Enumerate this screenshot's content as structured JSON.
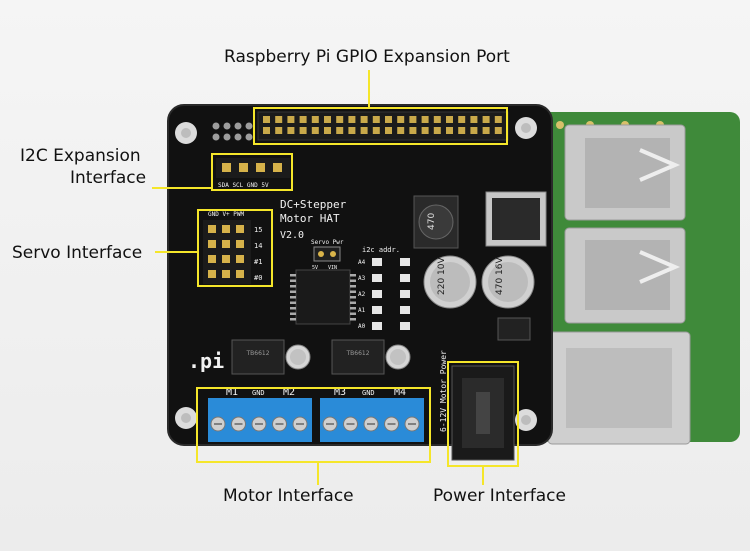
{
  "labels": {
    "gpio": "Raspberry Pi GPIO Expansion Port",
    "i2c_line1": "I2C Expansion",
    "i2c_line2": "Interface",
    "servo": "Servo Interface",
    "motor": "Motor Interface",
    "power": "Power Interface"
  },
  "board": {
    "title_line1": "DC+Stepper",
    "title_line2": "Motor HAT",
    "version": "V2.0",
    "brand": ".pi",
    "i2c_pins": "SDA SCL GND 5V",
    "servo_header": "GND V+ PWM",
    "servo_channels": [
      "15",
      "14",
      "#1",
      "#0"
    ],
    "servo_pwr": "Servo Pwr",
    "servo_pwr_5v": "5V",
    "servo_pwr_vin": "VIN",
    "i2c_addr": "i2c addr.",
    "addr_pins": [
      "A4",
      "A3",
      "A2",
      "A1",
      "A0"
    ],
    "motor_labels": [
      "M1",
      "GND",
      "M2",
      "M3",
      "GND",
      "M4"
    ],
    "motor_power": "6-12V Motor Power",
    "cap_big_1": "220 10V",
    "cap_big_2": "470 16V",
    "inductor": "470"
  },
  "colors": {
    "callout": "#f5e62a",
    "pcb": "#111111",
    "terminal": "#2a8bd8",
    "pi_pcb": "#3f8a3a"
  }
}
